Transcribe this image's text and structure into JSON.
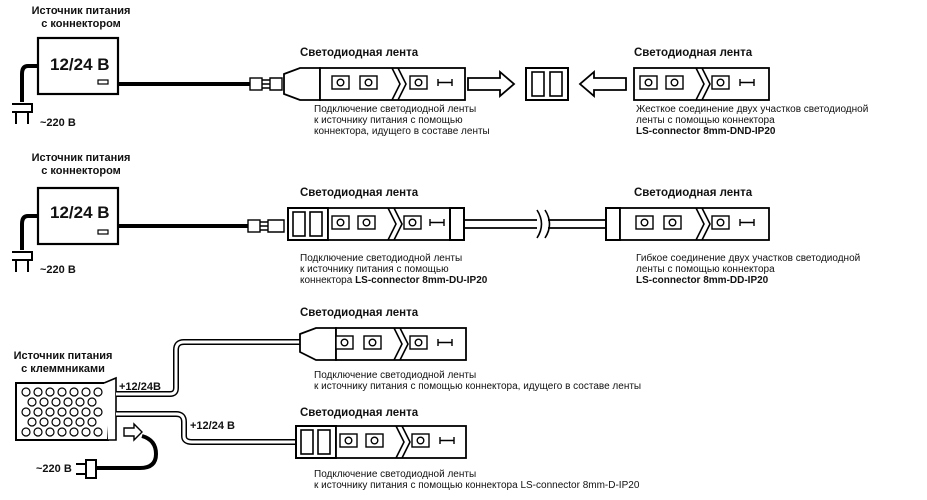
{
  "row1": {
    "ps_label": [
      "Источник питания",
      "с коннектором"
    ],
    "ps_voltage": "12/24 В",
    "mains": "~220 В",
    "strip_left_title": "Светодиодная лента",
    "strip_left_caption": [
      "Подключение светодиодной ленты",
      "к источнику питания с помощью",
      "коннектора, идущего в составе ленты"
    ],
    "strip_right_title": "Светодиодная лента",
    "strip_right_caption": [
      "Жесткое соединение двух участков светодиодной",
      "ленты  с помощью коннектора"
    ],
    "strip_right_connector": "LS-connector 8mm-DND-IP20"
  },
  "row2": {
    "ps_label": [
      "Источник питания",
      "с коннектором"
    ],
    "ps_voltage": "12/24 В",
    "mains": "~220 В",
    "strip_left_title": "Светодиодная лента",
    "strip_left_caption": [
      "Подключение светодиодной ленты",
      "к источнику питания с помощью",
      "коннектора "
    ],
    "strip_left_connector": "LS-connector 8mm-DU-IP20",
    "strip_right_title": "Светодиодная лента",
    "strip_right_caption": [
      "Гибкое соединение двух участков светодиодной",
      "ленты с помощью коннектора"
    ],
    "strip_right_connector": "LS-connector 8mm-DD-IP20"
  },
  "row3": {
    "ps_label": [
      "Источник питания",
      "с клеммниками"
    ],
    "out1": "+12/24В",
    "out2": "+12/24 В",
    "mains": "~220 В",
    "strip_top_title": "Светодиодная лента",
    "strip_top_caption": [
      "Подключение светодиодной ленты",
      "к источнику питания с помощью коннектора, идущего в составе ленты"
    ],
    "strip_bottom_title": "Светодиодная лента",
    "strip_bottom_caption": [
      "Подключение светодиодной ленты",
      "к источнику питания с помощью коннектора  LS-connector 8mm-D-IP20"
    ]
  }
}
